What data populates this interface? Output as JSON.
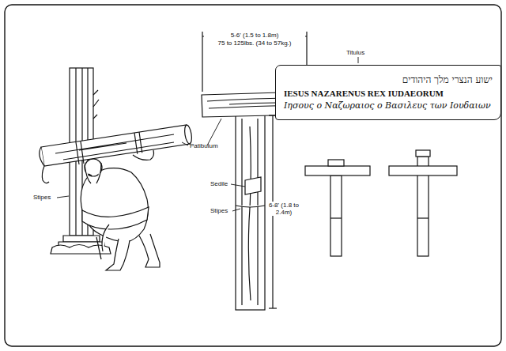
{
  "diagram": {
    "nodes": [
      {
        "text": [
          "ישוע הנצרי מלך היהודים",
          "IESUS NAZARENUS REX IUDAEORUM",
          "Ιησους ο Ναζωραιος ο Βασιλευς των Ιουδαιων"
        ]
      }
    ],
    "labels": [
      "5-6' (1.5 to 1.8m)",
      "75 to 125lbs. (34 to 57kg.)",
      "Titulus",
      "Patibulum",
      "Stipes",
      "Sedile",
      "Stipes",
      "6-8' (1.8 to 2.4m)"
    ]
  }
}
